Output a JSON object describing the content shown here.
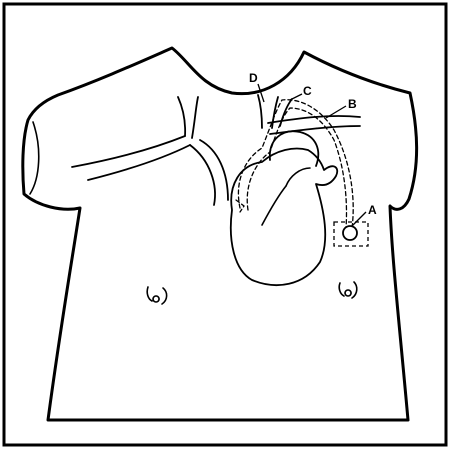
{
  "figure": {
    "labels": {
      "a": "A",
      "b": "B",
      "c": "C",
      "d": "D"
    },
    "colors": {
      "ink": "#000000",
      "background": "#ffffff"
    }
  }
}
